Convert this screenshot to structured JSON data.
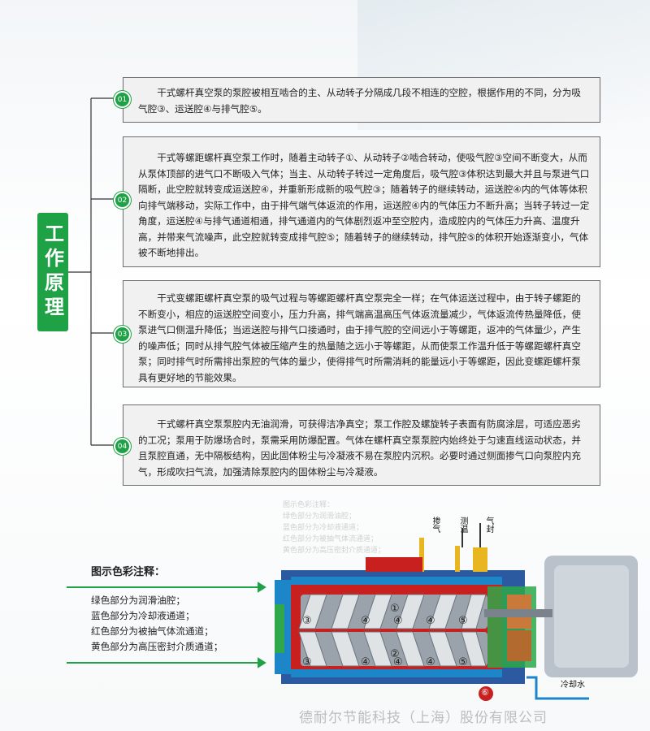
{
  "side_title": "工作原理",
  "items": [
    {
      "num": "01",
      "text": "干式螺杆真空泵的泵腔被相互啮合的主、从动转子分隔成几段不相连的空腔，根据作用的不同，分为吸气腔③、运送腔④与排气腔⑤。"
    },
    {
      "num": "02",
      "text": "干式等螺距螺杆真空泵工作时，随着主动转子①、从动转子②啮合转动，使吸气腔③空间不断变大，从而从泵体顶部的进气口不断吸入气体；当主、从动转子转过一定角度后，吸气腔③体积达到最大并且与泵进气口隔断，此空腔就转变成运送腔④，并重新形成新的吸气腔③；随着转子的继续转动，运送腔④内的气体等体积向排气端移动，实际工作中，由于排气端气体返流的作用，运送腔④内的气体压力不断升高；当转子转过一定角度，运送腔④与排气通道相通，排气通道内的气体剧烈返冲至空腔内，造成腔内的气体压力升高、温度升高，并带来气流噪声，此空腔就转变成排气腔⑤；随着转子的继续转动，排气腔⑤的体积开始逐渐变小，气体被不断地排出。"
    },
    {
      "num": "03",
      "text": "干式变螺距螺杆真空泵的吸气过程与等螺距螺杆真空泵完全一样；在气体运送过程中，由于转子螺距的不断变小，相应的运送腔空间变小，压力升高，排气端高温高压气体返流量减少，气体返流传热量降低，使泵进气口侧温升降低；当运送腔与排气口接通时，由于排气腔的空间远小于等螺距，返冲的气体量少，产生的噪声低；同时从排气腔气体被压缩产生的热量随之远小于等螺距，从而使泵工作温升低于等螺距螺杆真空泵；同时排气时所需排出泵腔的气体的量少，使得排气时所需消耗的能量远小于等螺距，因此变螺距螺杆泵具有更好地的节能效果。"
    },
    {
      "num": "04",
      "text": "干式螺杆真空泵泵腔内无油润滑，可获得洁净真空；泵工作腔及螺旋转子表面有防腐涂层，可适应恶劣的工况；泵用于防爆场合时，泵需采用防爆配置。气体在螺杆真空泵泵腔内始终处于匀速直线运动状态，并且泵腔直通，无中隔板结构，因此固体粉尘与冷凝液不易在泵腔内沉积。必要时通过侧面掺气口向泵腔内充气，形成吹扫气流，加强清除泵腔内的固体粉尘与冷凝液。"
    }
  ],
  "legend": {
    "title": "图示色彩注释：",
    "items": [
      "绿色部分为润滑油腔；",
      "蓝色部分为冷却液通道；",
      "红色部分为被抽气体流通道；",
      "黄色部分为高压密封介质通道；"
    ]
  },
  "diagram": {
    "faint_notes": [
      "图示色彩注释：",
      "绿色部分为润滑油腔；",
      "蓝色部分为冷却液通道；",
      "红色部分为被抽气体流通道；",
      "黄色部分为高压密封介质通道；"
    ],
    "labels": {
      "chan": "掺气",
      "temp": "测温",
      "seal": "气封",
      "cooling": "冷却水"
    },
    "rotor_numbers": [
      "③",
      "④",
      "④",
      "④",
      "⑤",
      "①",
      "②",
      "③",
      "④",
      "④",
      "④",
      "⑤",
      "⑥"
    ]
  },
  "company": "德耐尔节能科技（上海）股份有限公司",
  "colors": {
    "accent_green": "#1fa146",
    "box_bg": "#f1f1f1",
    "gas_red": "#c8201f",
    "coolant_blue": "#1d86c8",
    "seal_yellow": "#e8b620"
  }
}
